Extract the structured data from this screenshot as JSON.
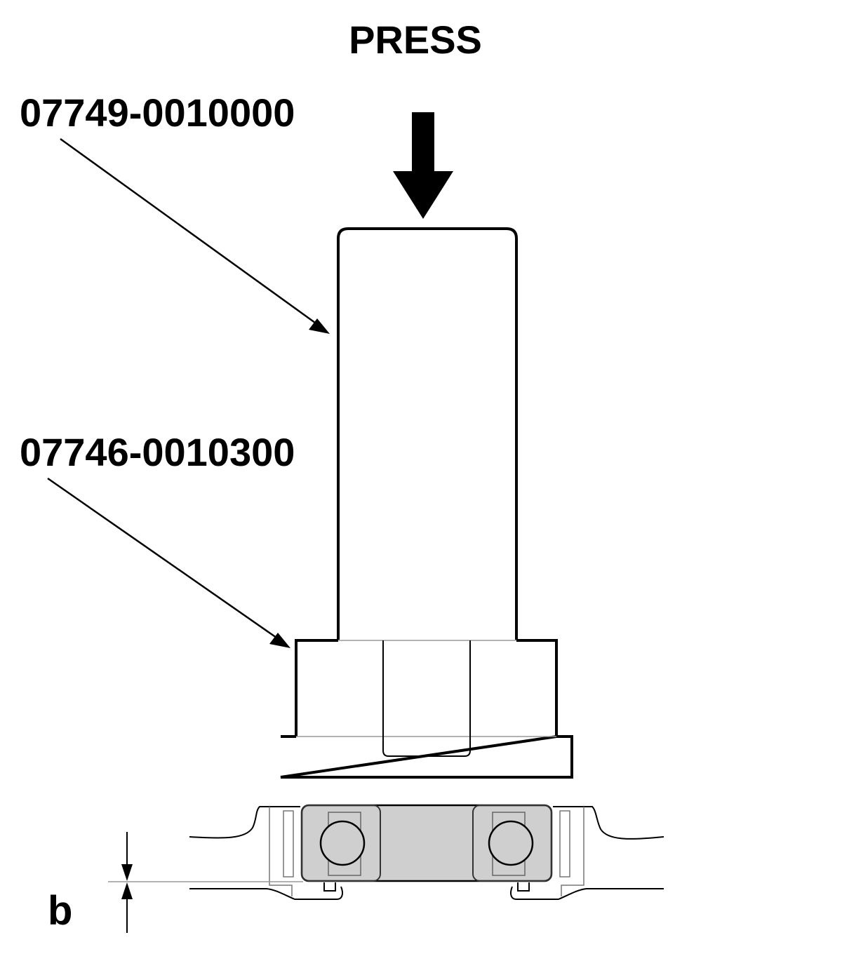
{
  "labels": {
    "press": "PRESS",
    "tool_driver": "07749-0010000",
    "tool_attachment": "07746-0010300",
    "dimension": "b"
  },
  "colors": {
    "ink": "#000000",
    "bearing_fill": "#cfcfcf",
    "thin_line": "#555555",
    "light_line": "#999999"
  }
}
